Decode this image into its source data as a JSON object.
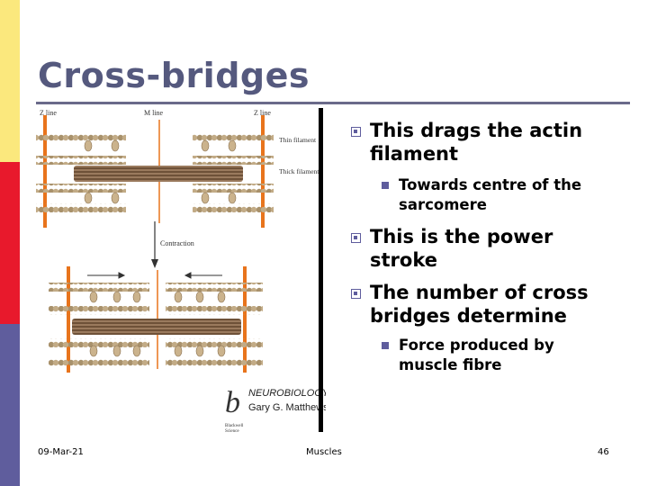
{
  "slide": {
    "title": "Cross-bridges",
    "bullets": [
      {
        "text": "This drags the actin filament",
        "lines": [
          "This drags the actin",
          "filament"
        ]
      },
      {
        "text": "Towards centre of the sarcomere",
        "lines": [
          "Towards centre of the",
          "sarcomere"
        ]
      },
      {
        "text": "This is the power stroke",
        "lines": [
          "This is the power",
          "stroke"
        ]
      },
      {
        "text": "The number of cross bridges determine",
        "lines": [
          "The number of cross",
          "bridges determine"
        ]
      },
      {
        "text": "Force produced by muscle fibre",
        "lines": [
          "Force produced by",
          "muscle fibre"
        ]
      }
    ],
    "footer": {
      "date": "09-Mar-21",
      "center": "Muscles",
      "page": "46"
    }
  },
  "figure": {
    "labels": {
      "zline_left": "Z line",
      "mline": "M line",
      "zline_right": "Z line",
      "thin": "Thin filament",
      "thick": "Thick filament",
      "contraction": "Contraction"
    },
    "credit": {
      "letter": "b",
      "title": "NEUROBIOLOGY",
      "author": "Gary G. Matthews",
      "publisher_1": "Blackwell",
      "publisher_2": "Science"
    }
  },
  "colors": {
    "title": "#55597e",
    "bullet": "#5f5d9d",
    "band_yellow": "#fbe87d",
    "band_red": "#e8192c",
    "band_purple": "#5f5d9d",
    "zline": "#e8741c"
  }
}
